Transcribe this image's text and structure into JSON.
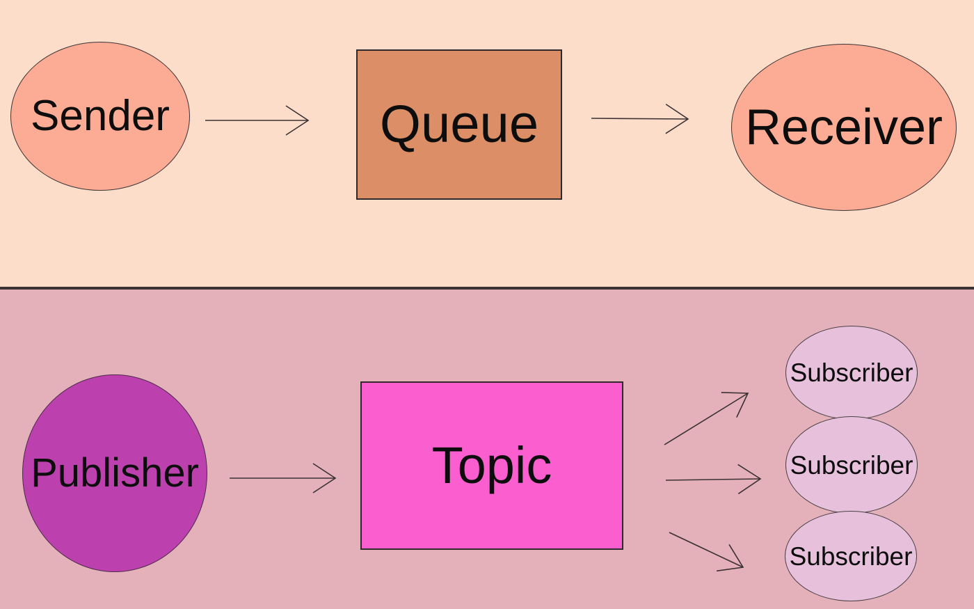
{
  "diagram": {
    "point_to_point": {
      "sender_label": "Sender",
      "queue_label": "Queue",
      "receiver_label": "Receiver"
    },
    "pub_sub": {
      "publisher_label": "Publisher",
      "topic_label": "Topic",
      "subscribers": [
        "Subscriber",
        "Subscriber",
        "Subscriber"
      ]
    }
  },
  "colors": {
    "top_bg": "#fcddc9",
    "bottom_bg": "#e4b0ba",
    "endpoint_fill": "#fcab94",
    "queue_fill": "#dc8e66",
    "publisher_fill": "#bc40ad",
    "topic_fill": "#fb5ecf",
    "subscriber_fill": "#e7c1dc",
    "divider": "#3a3134",
    "arrow": "#3a3134",
    "text": "#0d0d0d"
  }
}
